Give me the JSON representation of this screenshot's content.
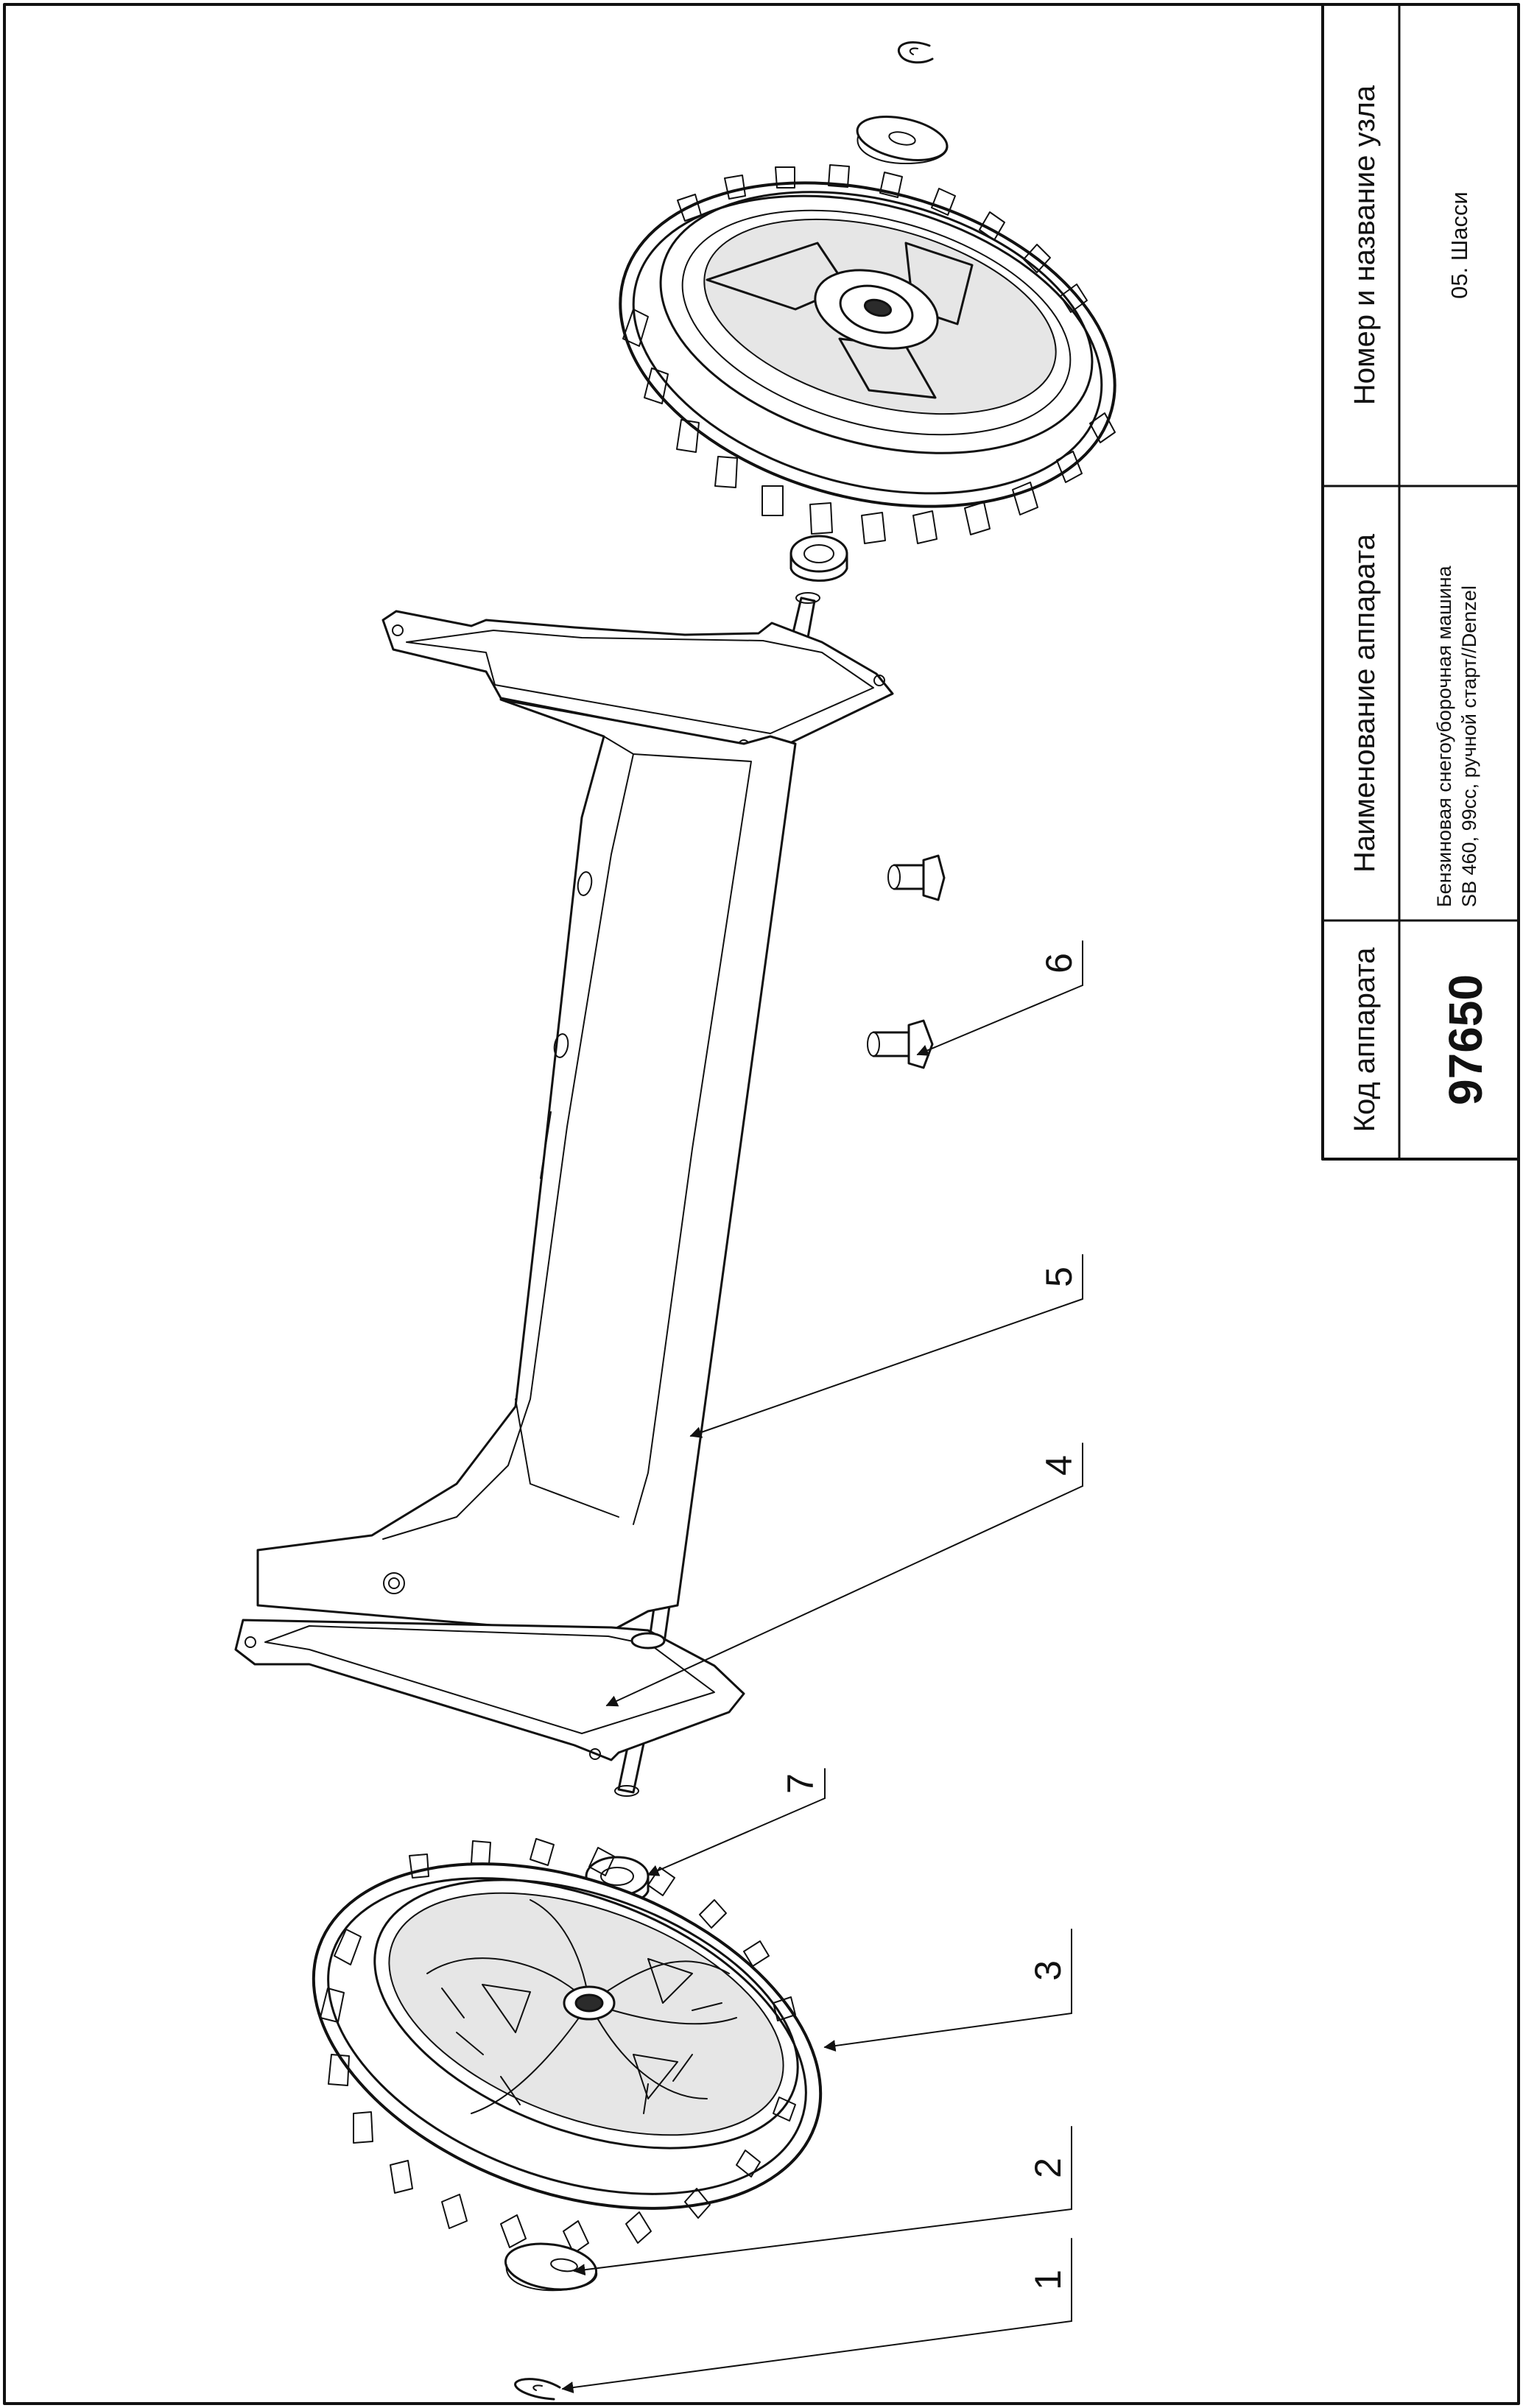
{
  "title_block": {
    "code_header": "Код аппарата",
    "code_value": "97650",
    "device_header": "Наименование аппарата",
    "device_line1": "Бензиновая снегоуборочная машина",
    "device_line2": "SB 460, 99cc, ручной старт//Denzel",
    "unit_header": "Номер и название узла",
    "unit_value": "05. Шасси"
  },
  "callouts": [
    {
      "num": "1",
      "part": "e-clip"
    },
    {
      "num": "2",
      "part": "washer"
    },
    {
      "num": "3",
      "part": "wheel"
    },
    {
      "num": "4",
      "part": "frame-side-plate"
    },
    {
      "num": "5",
      "part": "axle"
    },
    {
      "num": "6",
      "part": "shoulder-bolt"
    },
    {
      "num": "7",
      "part": "bushing"
    }
  ]
}
